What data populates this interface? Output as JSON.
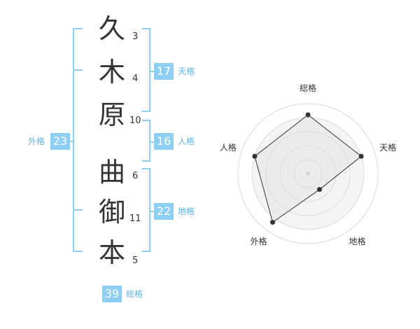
{
  "name": {
    "characters": [
      {
        "char": "久",
        "strokes": "3"
      },
      {
        "char": "木",
        "strokes": "4"
      },
      {
        "char": "原",
        "strokes": "10"
      },
      {
        "char": "曲",
        "strokes": "6"
      },
      {
        "char": "御",
        "strokes": "11"
      },
      {
        "char": "本",
        "strokes": "5"
      }
    ]
  },
  "fortunes": {
    "tenkaku": {
      "label": "天格",
      "value": "17"
    },
    "jinkaku": {
      "label": "人格",
      "value": "16"
    },
    "chikaku": {
      "label": "地格",
      "value": "22"
    },
    "gaikaku": {
      "label": "外格",
      "value": "23"
    },
    "soukaku": {
      "label": "総格",
      "value": "39"
    }
  },
  "colors": {
    "accent": "#8ccff3",
    "label_text": "#5eb3e6",
    "kanji_text": "#333333"
  },
  "chart_data": {
    "type": "radar",
    "axes": [
      "総格",
      "天格",
      "地格",
      "外格",
      "人格"
    ],
    "values": [
      4.2,
      4.0,
      1.4,
      4.3,
      4.0
    ],
    "max": 5,
    "rings": 5
  }
}
